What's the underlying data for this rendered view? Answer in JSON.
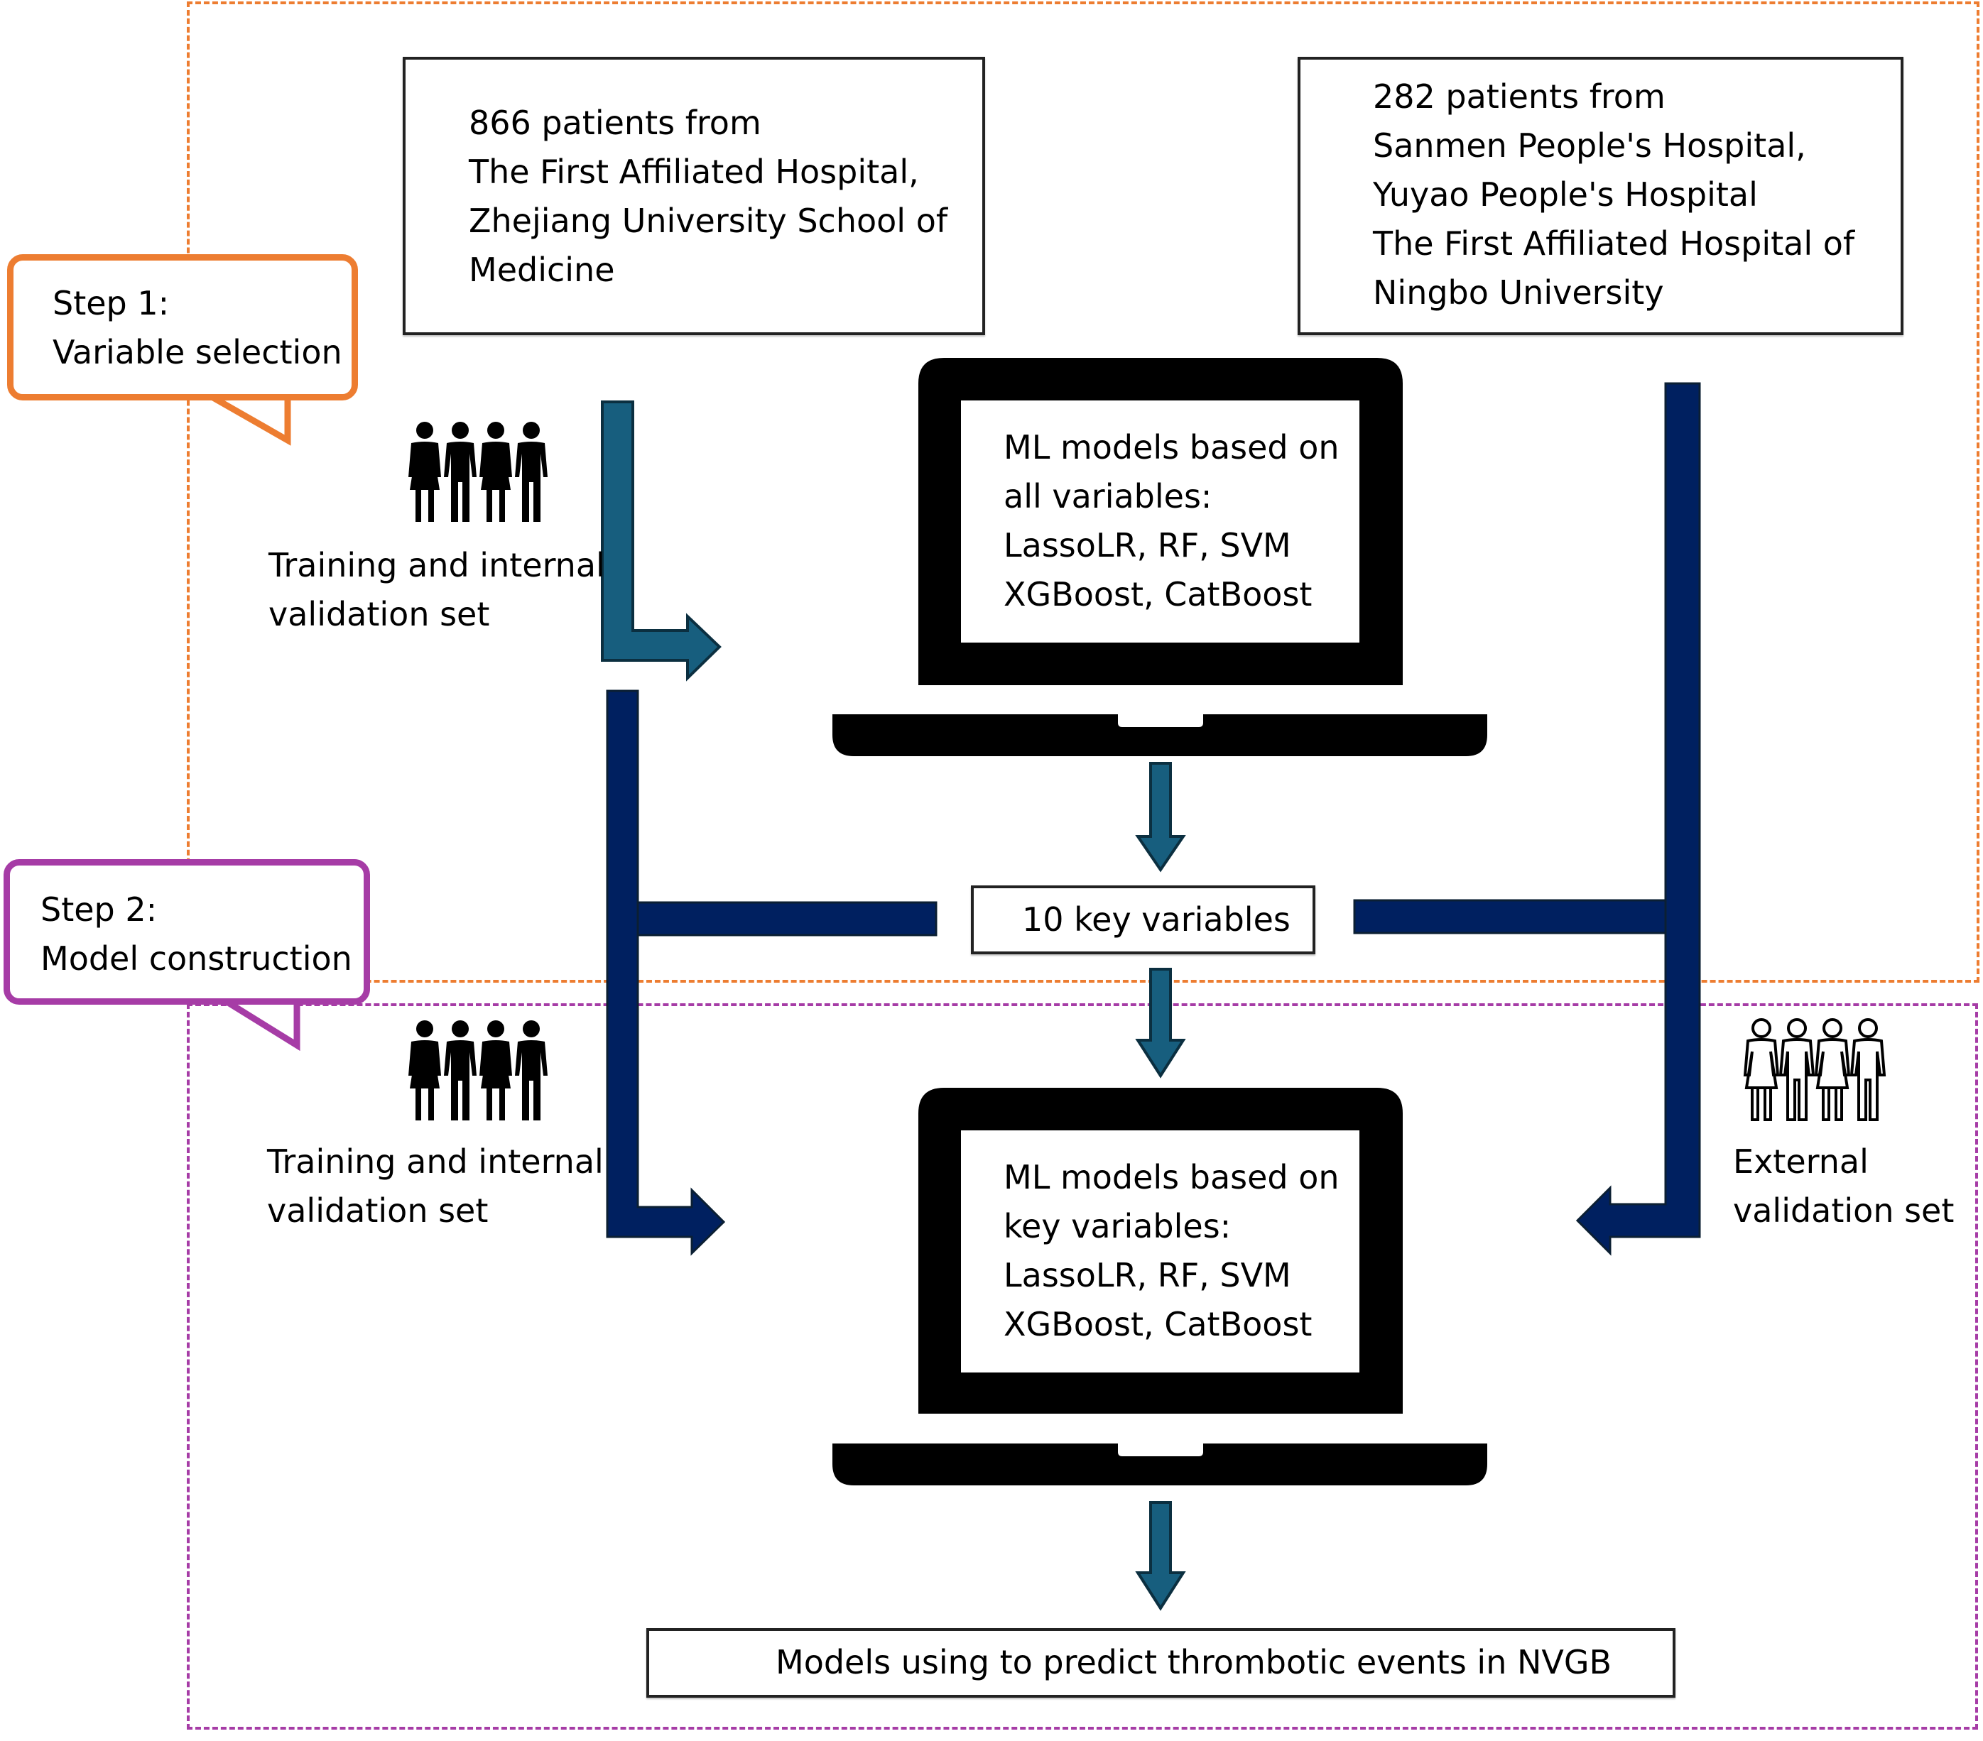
{
  "colors": {
    "step1_accent": "#ED7D31",
    "step2_accent": "#A63CA6",
    "teal_arrow": "#175E7E",
    "navy_connector": "#002060",
    "icon_black": "#000000"
  },
  "steps": [
    {
      "title": "Step 1:",
      "subtitle": "Variable selection"
    },
    {
      "title": "Step 2:",
      "subtitle": "Model construction"
    }
  ],
  "sources": {
    "internal": {
      "lines": [
        "866 patients from",
        "The First Affiliated Hospital,",
        "Zhejiang University School of",
        "Medicine"
      ]
    },
    "external": {
      "lines": [
        "282 patients from",
        "Sanmen People's Hospital,",
        "Yuyao People's Hospital",
        "The First Affiliated Hospital of",
        "Ningbo University"
      ]
    }
  },
  "cohort_labels": {
    "training_step1": [
      "Training and internal",
      "validation set"
    ],
    "training_step2": [
      "Training and internal",
      "validation set"
    ],
    "external": [
      "External",
      "validation set"
    ]
  },
  "icons": {
    "people_filled": "people-group-filled-icon",
    "people_outline": "people-group-outline-icon",
    "laptop": "laptop-icon"
  },
  "models_all": {
    "lines": [
      "ML models based on",
      "all variables:",
      "LassoLR, RF, SVM",
      "XGBoost, CatBoost"
    ]
  },
  "key_variables": {
    "label": "10 key variables"
  },
  "models_key": {
    "lines": [
      "ML models based on",
      "key variables:",
      "LassoLR, RF, SVM",
      "XGBoost, CatBoost"
    ]
  },
  "outcome": {
    "label": "Models using to predict thrombotic events in NVGB"
  }
}
